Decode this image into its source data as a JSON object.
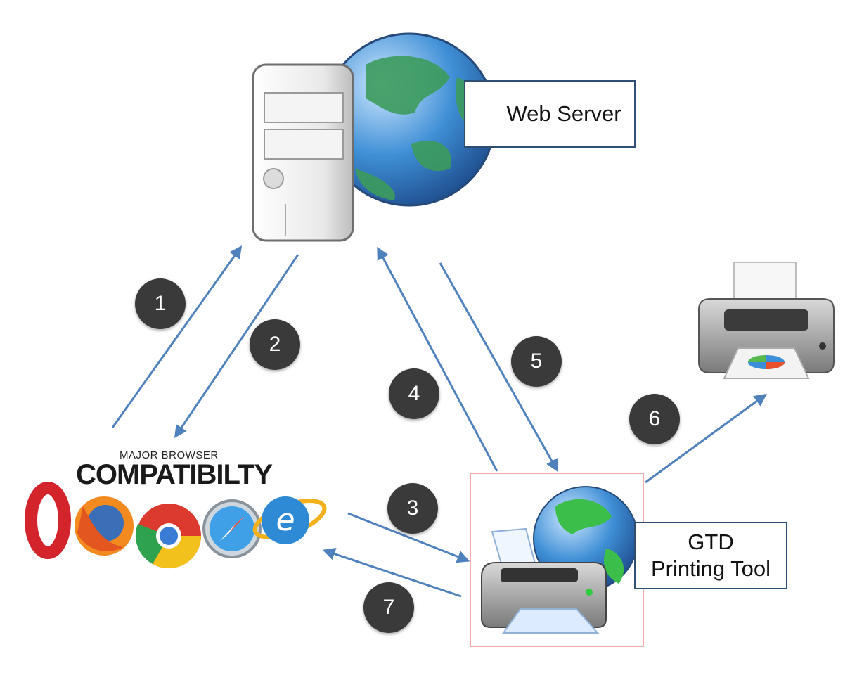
{
  "web_server": {
    "label": "Web Server"
  },
  "gtd_tool": {
    "line1": "GTD",
    "line2": "Printing Tool"
  },
  "browsers": {
    "heading_small": "MAJOR BROWSER",
    "heading_big": "COMPATIBILTY"
  },
  "steps": [
    "1",
    "2",
    "3",
    "4",
    "5",
    "6",
    "7"
  ],
  "colors": {
    "arrow": "#4f81bd",
    "badge": "#3a3a3a",
    "frame": "#f2a9a9",
    "label_border": "#2f4f72"
  }
}
